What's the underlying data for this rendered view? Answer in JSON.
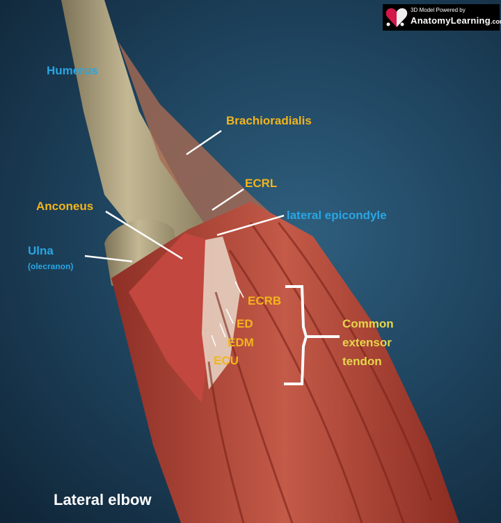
{
  "title": "Lateral elbow",
  "logo": {
    "line1": "3D Model Powered by",
    "line2": "AnatomyLearning",
    ".com": ".com",
    "suffix": ".com"
  },
  "labels": {
    "humerus": "Humerus",
    "brachioradialis": "Brachioradialis",
    "ecrl": "ECRL",
    "anconeus": "Anconeus",
    "lateral_epicondyle": "lateral epicondyle",
    "ulna": "Ulna",
    "olecranon": "(olecranon)",
    "ecrb": "ECRB",
    "ed": "ED",
    "edm": "EDM",
    "ecu": "ECU",
    "common_extensor_tendon": [
      "Common",
      "extensor",
      "tendon"
    ]
  },
  "colors": {
    "blue_label": "#2aa6e2",
    "orange_label": "#f2b51c",
    "yellow_label": "#e6d64a",
    "muscle": "#b8473a",
    "bone": "#b9ad8a"
  }
}
